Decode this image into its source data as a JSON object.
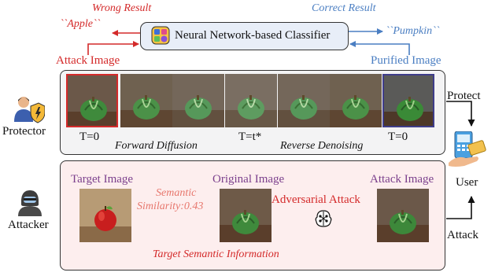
{
  "classifier": {
    "label": "Neural Network-based Classifier"
  },
  "results": {
    "wrong_title": "Wrong Result",
    "wrong_value": "``Apple``",
    "correct_title": "Correct Result",
    "correct_value": "``Pumpkin``"
  },
  "protector": {
    "role_label": "Protector",
    "attack_image_label": "Attack Image",
    "purified_image_label": "Purified Image",
    "t_start": "T=0",
    "t_mid": "T=t*",
    "t_end": "T=0",
    "forward_label": "Forward Diffusion",
    "reverse_label": "Reverse Denoising",
    "protect_label": "Protect"
  },
  "attacker": {
    "role_label": "Attacker",
    "target_image_label": "Target Image",
    "original_image_label": "Original Image",
    "attack_image_label": "Attack Image",
    "semantic_line1": "Semantic",
    "semantic_line2": "Similarity:0.43",
    "adversarial_label": "Adversarial Attack",
    "target_semantic_label": "Target Semantic Information",
    "attack_label": "Attack"
  },
  "user": {
    "label": "User"
  },
  "colors": {
    "red": "#d42a2a",
    "blue": "#4a7ec2",
    "purple": "#7b3f8c",
    "panel_top": "#f3f3f4",
    "panel_bottom": "#fdeeee",
    "classifier_fill": "#e8eef8"
  }
}
